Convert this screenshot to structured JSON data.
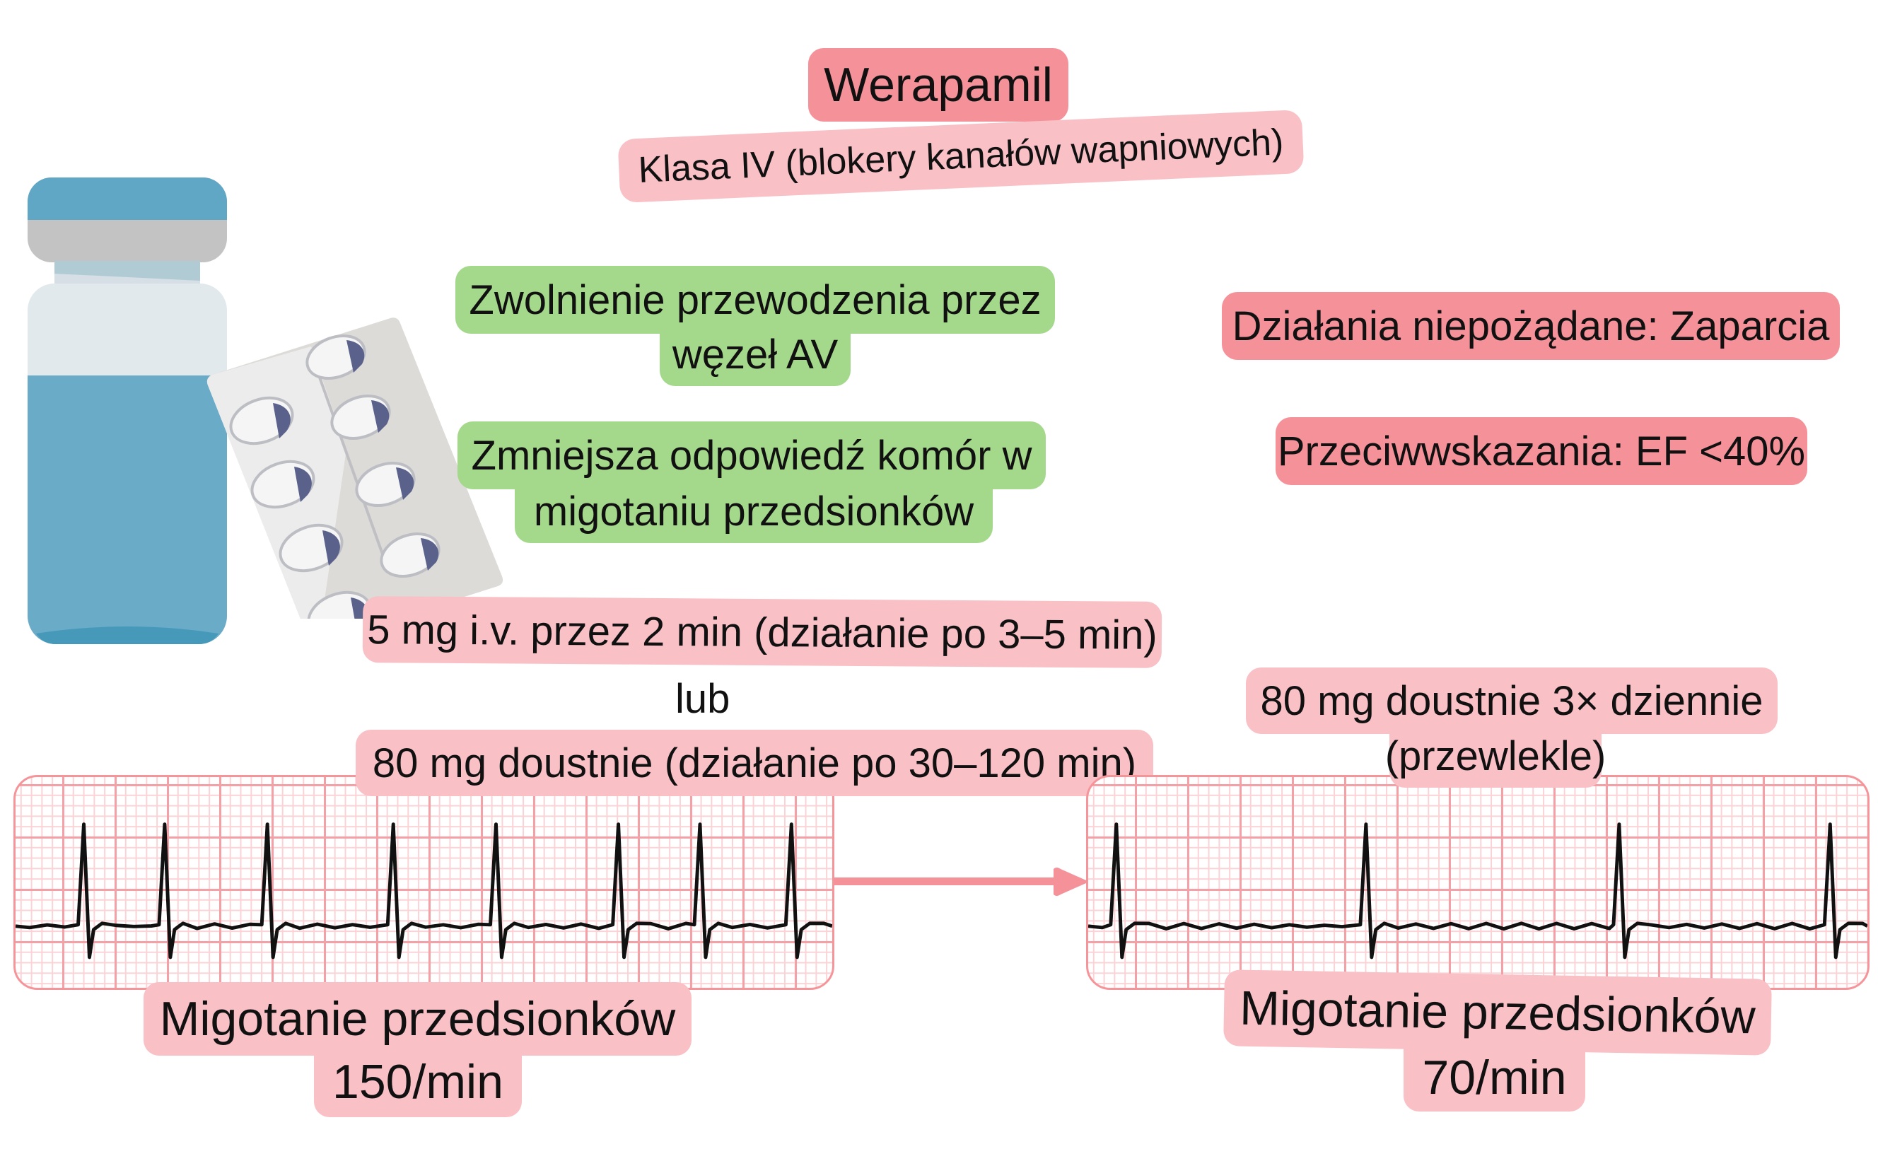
{
  "title": "Werapamil",
  "subtitle": "Klasa IV (blokery kanałów wapniowych)",
  "mechanisms": [
    {
      "line1": "Zwolnienie przewodzenia przez",
      "line2": "węzeł AV"
    },
    {
      "line1": "Zmniejsza odpowiedź komór w",
      "line2": "migotaniu przedsionków"
    }
  ],
  "side_effects": "Działania niepożądane: Zaparcia",
  "contraindications": "Przeciwwskazania: EF <40%",
  "dosing": {
    "iv": "5 mg i.v. przez 2 min (działanie po 3–5 min)",
    "separator": "lub",
    "oral": "80 mg doustnie (działanie po 30–120 min)",
    "chronic_line1": "80 mg doustnie 3× dziennie",
    "chronic_line2": "(przewlekle)"
  },
  "ecg_before": {
    "label_line1": "Migotanie przedsionków",
    "label_line2": "150/min",
    "rate_bpm": 150,
    "qrs_x": [
      97,
      212,
      358,
      537,
      683,
      857,
      973,
      1103
    ]
  },
  "ecg_after": {
    "label_line1": "Migotanie przedsionków",
    "label_line2": "70/min",
    "rate_bpm": 70,
    "qrs_x": [
      40,
      395,
      755,
      1055
    ]
  },
  "colors": {
    "accent_pink": "#f59199",
    "light_pink": "#f9c0c6",
    "green": "#a4d88b",
    "vial_blue": "#6aabc8",
    "pill_purple": "#5a628c",
    "arrow": "#f59199"
  },
  "icons": [
    "vial-icon",
    "blister-pack-icon",
    "arrow-right-icon"
  ]
}
